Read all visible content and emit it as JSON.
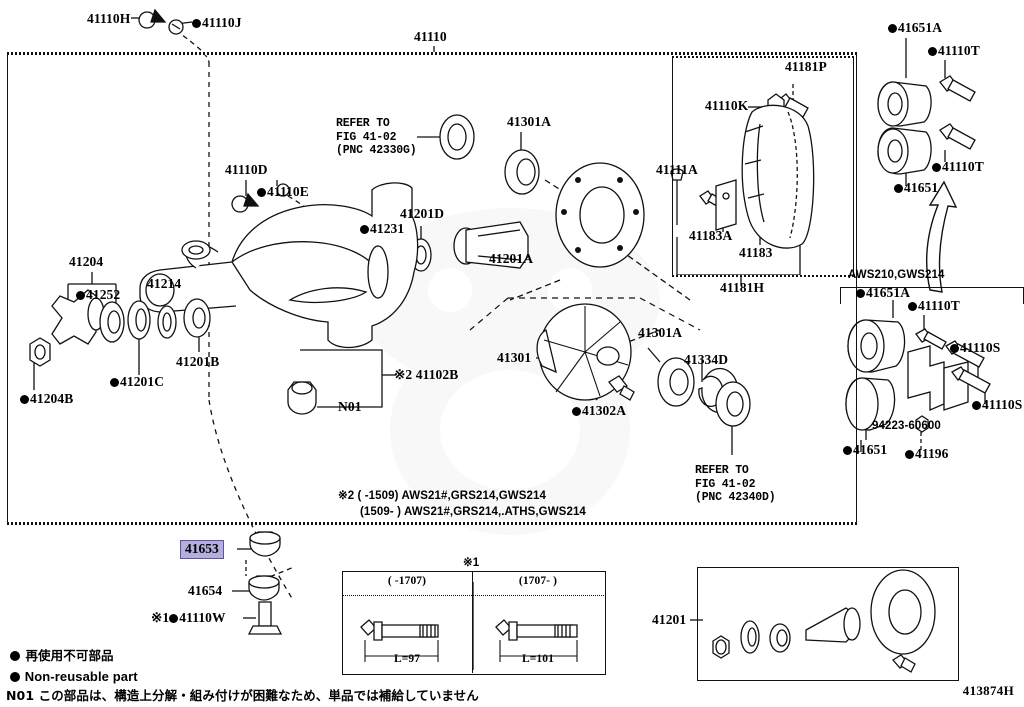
{
  "diagram": {
    "drawing_code": "413874H",
    "main_group_label": "41110"
  },
  "callouts": {
    "c41110H": "41110H",
    "c41110J": "41110J",
    "c41110": "41110",
    "c41181P": "41181P",
    "c41110K": "41110K",
    "c41111A": "41111A",
    "c41183A": "41183A",
    "c41183": "41183",
    "c41181H": "41181H",
    "c41651A_top": "41651A",
    "c41110T_top": "41110T",
    "c41110T_mid": "41110T",
    "c41651_top": "41651",
    "c41110D": "41110D",
    "c41110E": "41110E",
    "c41231": "41231",
    "c41201D": "41201D",
    "c41301A_top": "41301A",
    "c41201A": "41201A",
    "c41204": "41204",
    "c41252": "41252",
    "c41214": "41214",
    "c41201B": "41201B",
    "c41201C": "41201C",
    "c41204B": "41204B",
    "c_N01": "N01",
    "c41102B": "41102B",
    "c41301": "41301",
    "c41301A_mid": "41301A",
    "c41302A": "41302A",
    "c41334D": "41334D",
    "c41653": "41653",
    "c41654": "41654",
    "c41110W": "41110W",
    "c41201_box": "41201",
    "c41651A_box": "41651A",
    "c41110T_box": "41110T",
    "c41110S_upper": "41110S",
    "c41110S_lower": "41110S",
    "c94223": "94223-60600",
    "c41651_box": "41651",
    "c41196": "41196",
    "aws_group": "AWS210,GWS214"
  },
  "refer_notes": {
    "top": "REFER TO\nFIG 41-02\n(PNC 42330G)",
    "bottom": "REFER TO\nFIG 41-02\n(PNC 42340D)"
  },
  "applicability_note": {
    "mark": "※2",
    "line1_range": "(      -1509)",
    "line1_models": "AWS21#,GRS214,GWS214",
    "line2_range": "(1509-      )",
    "line2_models": "AWS21#,GRS214,.ATHS,GWS214"
  },
  "marks": {
    "star1": "※1",
    "star2": "※2"
  },
  "bolt_table": {
    "header_mark": "※1",
    "columns": [
      {
        "range": "(      -1707)",
        "length": "L=97"
      },
      {
        "range": "(1707-      )",
        "length": "L=101"
      }
    ]
  },
  "legend": {
    "jp": "再使用不可部品",
    "en": "Non-reusable part",
    "note": "N01 この部品は、構造上分解・組み付けが困難なため、単品では補給していません"
  },
  "colors": {
    "ink": "#111111",
    "highlight_fill": "#b3b0de",
    "highlight_border": "#5b54a8"
  }
}
